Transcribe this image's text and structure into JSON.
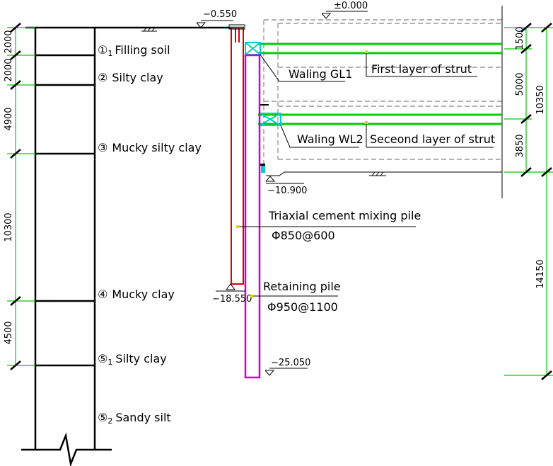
{
  "soil_layers": [
    {
      "id": "1-1",
      "mark": "①",
      "sub": "1",
      "name": "Filling soil",
      "thickness": "2000"
    },
    {
      "id": "2",
      "mark": "②",
      "sub": "",
      "name": "Silty clay",
      "thickness": "2000"
    },
    {
      "id": "3",
      "mark": "③",
      "sub": "",
      "name": "Mucky silty clay",
      "thickness": "4900"
    },
    {
      "id": "4",
      "mark": "④",
      "sub": "",
      "name": "Mucky clay",
      "thickness": "10300"
    },
    {
      "id": "5-1",
      "mark": "⑤",
      "sub": "1",
      "name": "Silty clay",
      "thickness": "4500"
    },
    {
      "id": "5-2",
      "mark": "⑤",
      "sub": "2",
      "name": "Sandy silt",
      "thickness": ""
    }
  ],
  "elevations": {
    "ground": "±0.000",
    "top_of_wall": "−0.550",
    "excavation_bottom": "−10.900",
    "mixing_pile_bottom": "−18.550",
    "retaining_pile_bottom": "−25.050"
  },
  "labels": {
    "waling_1": "Waling GL1",
    "strut_1": "First layer of strut",
    "waling_2": "Waling WL2",
    "strut_2": "Seceond layer of strut",
    "mixing_pile": "Triaxial cement mixing pile",
    "mixing_pile_spec": "Φ850@600",
    "retaining_pile": "Retaining pile",
    "retaining_pile_spec": "Φ950@1100"
  },
  "right_dims": {
    "d1": "1500",
    "d2": "5000",
    "d3": "3850",
    "total_upper": "10350",
    "total_lower": "14150"
  },
  "colors": {
    "dimension": "#00cc00",
    "strut": "#00cc00",
    "waling": "#00cccc",
    "mixing_pile": "#dd0000",
    "retaining_pile": "#cc00cc",
    "outline": "#000000",
    "dashed": "#999999"
  }
}
